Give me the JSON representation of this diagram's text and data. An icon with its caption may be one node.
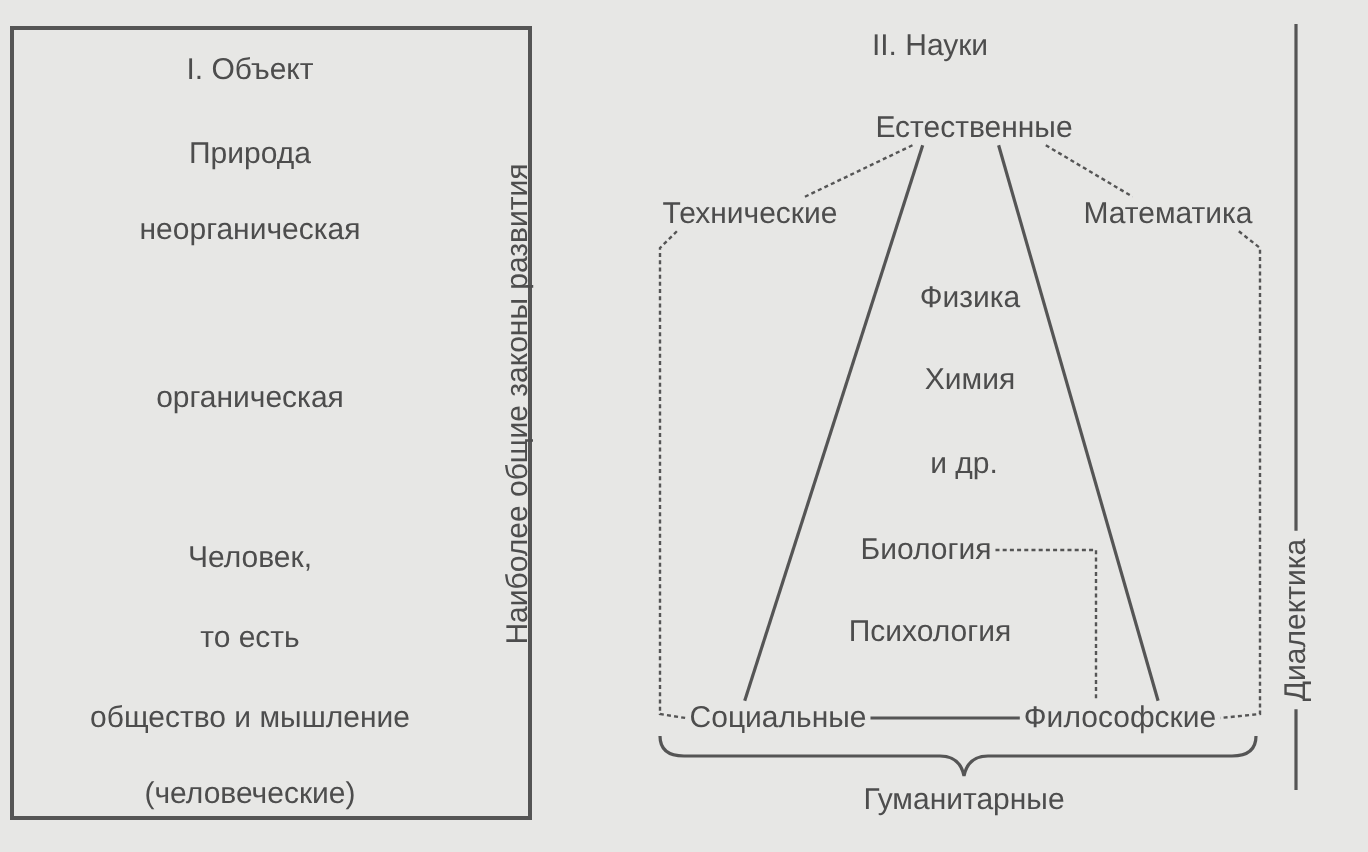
{
  "diagram": {
    "nodes": [
      {
        "text": [
          "I. Объект",
          "Природа",
          "неорганическая",
          "органическая",
          "Человек,",
          "то есть",
          "общество и мышление",
          "(человеческие)",
          "Наиболее общие законы развития"
        ]
      },
      {
        "text": [
          "Естественные"
        ]
      },
      {
        "text": [
          "Технические"
        ]
      },
      {
        "text": [
          "Математика"
        ]
      },
      {
        "text": [
          "Социальные"
        ]
      },
      {
        "text": [
          "Философские"
        ]
      },
      {
        "text": [
          "Биология"
        ]
      }
    ],
    "edges": [
      {
        "from": 1,
        "to": 2,
        "arrow": "none",
        "style": "dashed"
      },
      {
        "from": 1,
        "to": 3,
        "arrow": "none",
        "style": "dashed"
      },
      {
        "from": 1,
        "to": 4,
        "arrow": "none"
      },
      {
        "from": 1,
        "to": 5,
        "arrow": "none"
      },
      {
        "from": 2,
        "to": 4,
        "arrow": "none",
        "style": "dashed"
      },
      {
        "from": 3,
        "to": 5,
        "arrow": "none",
        "style": "dashed"
      },
      {
        "from": 6,
        "to": 5,
        "arrow": "none",
        "style": "dashed"
      },
      {
        "from": 4,
        "to": 5,
        "arrow": "none"
      }
    ],
    "labels": [
      "II. Науки",
      "Физика",
      "Химия",
      "и др.",
      "Психология",
      "Гуманитарные",
      "Диалектика"
    ]
  }
}
